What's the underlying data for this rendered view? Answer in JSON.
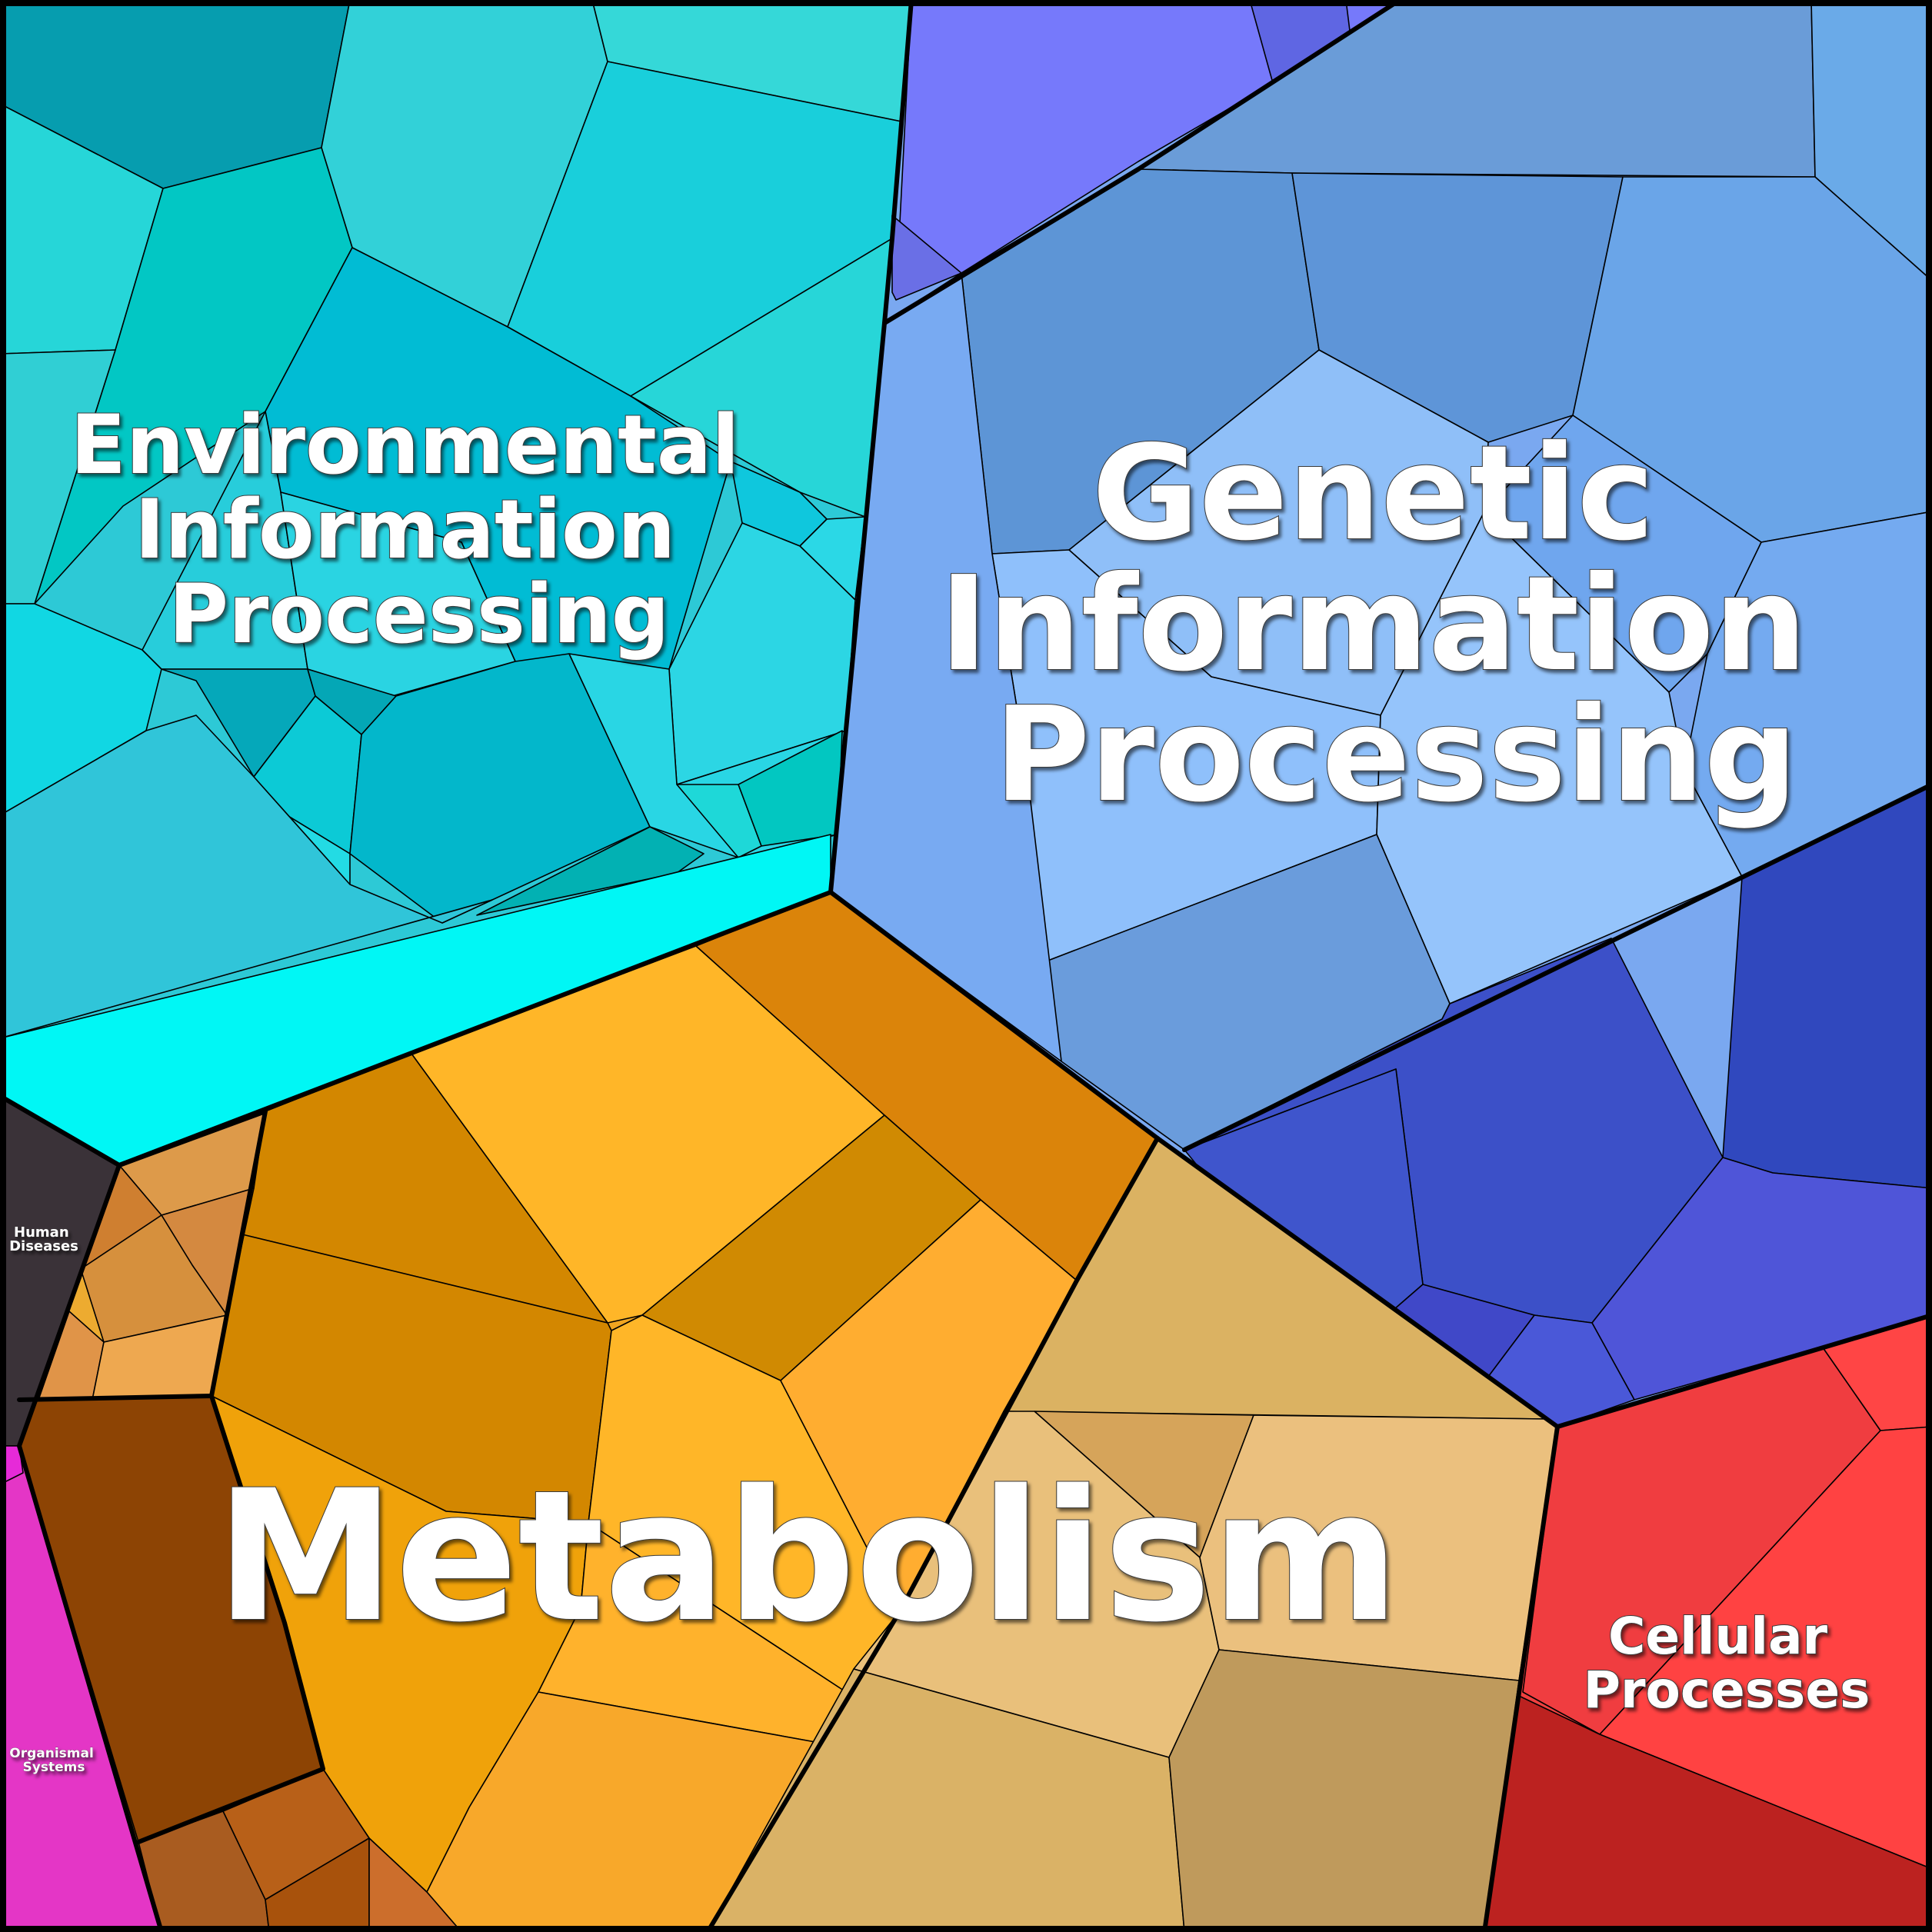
{
  "categories": [
    {
      "id": "environmental",
      "label_lines": [
        "Environmental",
        "Information",
        "Processing"
      ],
      "color": "#27d3d8"
    },
    {
      "id": "genetic",
      "label_lines": [
        "Genetic",
        "Information",
        "Processing"
      ],
      "color": "#7aa5f0"
    },
    {
      "id": "metabolism",
      "label_lines": [
        "Metabolism"
      ],
      "color": "#f0a520"
    },
    {
      "id": "cellular",
      "label_lines": [
        "Cellular",
        "Processes"
      ],
      "color": "#f0403f"
    },
    {
      "id": "human_diseases",
      "label_lines": [
        "Human",
        "Diseases"
      ],
      "color": "#3a3238"
    },
    {
      "id": "organismal",
      "label_lines": [
        "Organismal",
        "Systems"
      ],
      "color": "#e436c6"
    }
  ]
}
